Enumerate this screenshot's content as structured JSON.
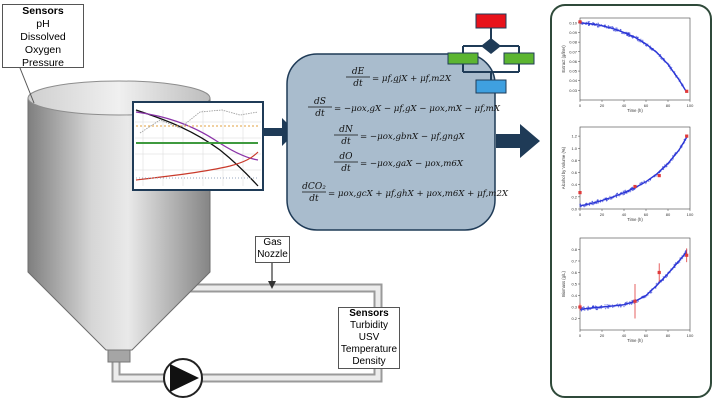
{
  "sensors_top": {
    "title": "Sensors",
    "items": [
      "pH",
      "Dissolved Oxygen",
      "Pressure"
    ]
  },
  "sensors_bottom": {
    "title": "Sensors",
    "items": [
      "Turbidity",
      "USV",
      "Temperature",
      "Density"
    ]
  },
  "gas_nozzle": {
    "lines": [
      "Gas",
      "Nozzle"
    ]
  },
  "equations": [
    {
      "lhs_num": "dE",
      "lhs_den": "dt",
      "rhs": "= μf,gjX + μf,m2X"
    },
    {
      "lhs_num": "dS",
      "lhs_den": "dt",
      "rhs": "= −μox,gX − μf,gX − μox,mX − μf,mX"
    },
    {
      "lhs_num": "dN",
      "lhs_den": "dt",
      "rhs": "= −μox,gbnX − μf,gngX"
    },
    {
      "lhs_num": "dO",
      "lhs_den": "dt",
      "rhs": "= −μox,gaX − μox,m6X"
    },
    {
      "lhs_num": "dCO₂",
      "lhs_den": "dt",
      "rhs": "= μox,gcX + μf,ghX + μox,m6X + μf,m2X"
    }
  ],
  "colors": {
    "tank_mid": "#c9c9c9",
    "model_box": "#a9bccd",
    "arrow": "#1f3b57",
    "flow_red": "#e8121b",
    "flow_navy": "#1f3b57",
    "flow_green": "#5cb531",
    "flow_blue": "#3fa0e0",
    "series_blue": "#2a35d6",
    "points_red": "#e03a3a",
    "panel_border": "#2f4a3a"
  },
  "chart_data": [
    {
      "type": "scatter",
      "title": "",
      "xlabel": "Time (h)",
      "ylabel": "Extract (g/liter)",
      "xlim": [
        0,
        100
      ],
      "ylim": [
        0.02,
        0.105
      ],
      "xticks": [
        "0",
        "20",
        "40",
        "60",
        "80",
        "100"
      ],
      "yticks": [
        "0.03",
        "0.04",
        "0.05",
        "0.06",
        "0.07",
        "0.08",
        "0.09",
        "0.10"
      ],
      "series": [
        {
          "kind": "line",
          "x": [
            0,
            10,
            20,
            30,
            40,
            50,
            60,
            70,
            80,
            90,
            97
          ],
          "y": [
            0.1,
            0.099,
            0.097,
            0.094,
            0.09,
            0.085,
            0.078,
            0.069,
            0.057,
            0.041,
            0.028
          ]
        },
        {
          "kind": "points",
          "x": [
            0,
            97
          ],
          "y": [
            0.101,
            0.029
          ]
        }
      ]
    },
    {
      "type": "scatter",
      "title": "",
      "xlabel": "Time (h)",
      "ylabel": "Alcohol by Volume (%)",
      "xlim": [
        0,
        100
      ],
      "ylim": [
        0,
        1.35
      ],
      "xticks": [
        "0",
        "20",
        "40",
        "60",
        "80",
        "100"
      ],
      "yticks": [
        "0.0",
        "0.2",
        "0.4",
        "0.6",
        "0.8",
        "1.0",
        "1.2"
      ],
      "series": [
        {
          "kind": "line",
          "x": [
            0,
            10,
            20,
            30,
            40,
            50,
            60,
            70,
            80,
            90,
            97
          ],
          "y": [
            0.05,
            0.09,
            0.14,
            0.2,
            0.27,
            0.35,
            0.45,
            0.58,
            0.75,
            0.97,
            1.18
          ]
        },
        {
          "kind": "points",
          "x": [
            0,
            50,
            72,
            97
          ],
          "y": [
            0.27,
            0.37,
            0.55,
            1.2
          ]
        }
      ]
    },
    {
      "type": "scatter",
      "title": "",
      "xlabel": "Time (h)",
      "ylabel": "Biomass (g/L)",
      "xlim": [
        0,
        100
      ],
      "ylim": [
        0.1,
        0.9
      ],
      "xticks": [
        "0",
        "20",
        "40",
        "60",
        "80",
        "100"
      ],
      "yticks": [
        "0.2",
        "0.3",
        "0.4",
        "0.5",
        "0.6",
        "0.7",
        "0.8"
      ],
      "series": [
        {
          "kind": "line",
          "x": [
            0,
            10,
            20,
            30,
            40,
            50,
            60,
            70,
            80,
            90,
            97
          ],
          "y": [
            0.28,
            0.29,
            0.3,
            0.31,
            0.32,
            0.35,
            0.4,
            0.49,
            0.59,
            0.7,
            0.78
          ]
        },
        {
          "kind": "points",
          "x": [
            0,
            50,
            72,
            97
          ],
          "y": [
            0.3,
            0.35,
            0.6,
            0.75
          ],
          "err": [
            0.03,
            0.15,
            0.08,
            0.06
          ]
        }
      ]
    }
  ]
}
